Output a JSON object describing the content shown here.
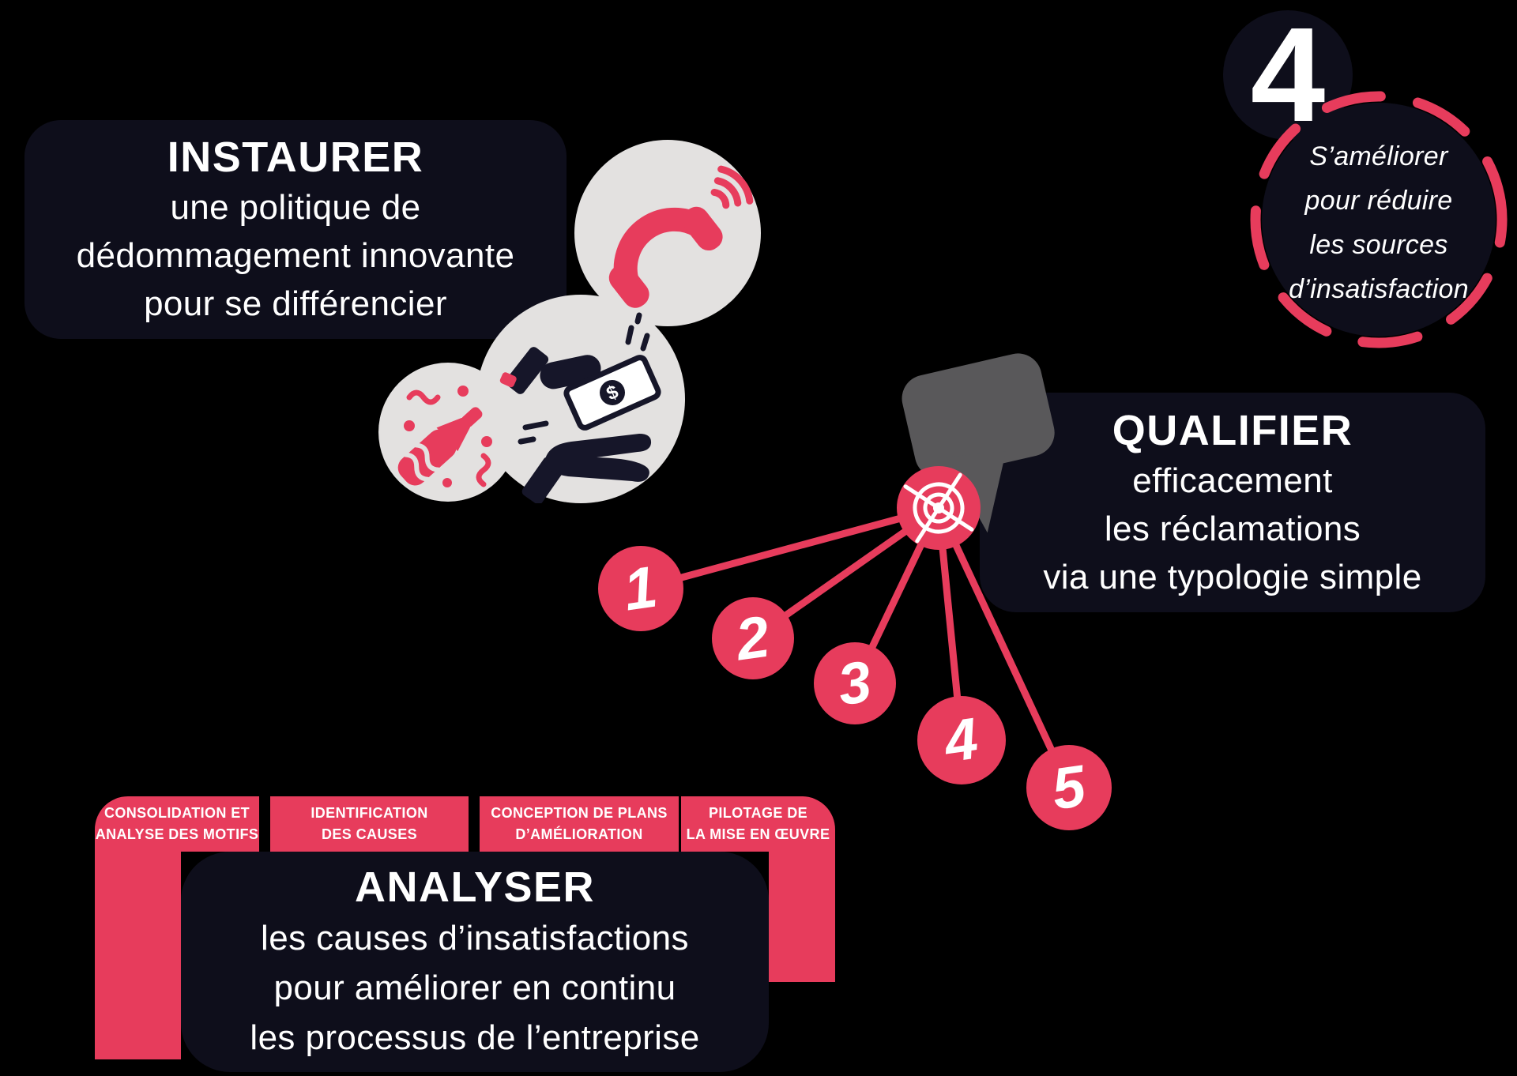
{
  "colors": {
    "background": "#000000",
    "accent_red": "#E73C5C",
    "panel_dark": "#0E0E1B",
    "icon_circle_gray": "#E3E1E0",
    "bubble_gray": "#59585A",
    "icon_ink_dark": "#161629",
    "text_white": "#FFFFFF"
  },
  "instaurer": {
    "title": "INSTAURER",
    "line1": "une politique de",
    "line2": "dédommagement innovante",
    "line3": "pour se différencier"
  },
  "badge": {
    "number": "4",
    "line1": "S’améliorer",
    "line2": "pour réduire",
    "line3": "les sources",
    "line4": "d’insatisfaction"
  },
  "qualifier": {
    "title": "QUALIFIER",
    "line1": "efficacement",
    "line2": "les réclamations",
    "line3": "via une typologie simple"
  },
  "steps": [
    "1",
    "2",
    "3",
    "4",
    "5"
  ],
  "tabs": [
    {
      "line1": "CONSOLIDATION ET",
      "line2": "ANALYSE DES MOTIFS"
    },
    {
      "line1": "IDENTIFICATION",
      "line2": "DES CAUSES"
    },
    {
      "line1": "CONCEPTION DE PLANS",
      "line2": "D’AMÉLIORATION"
    },
    {
      "line1": "PILOTAGE DE",
      "line2": "LA MISE EN ŒUVRE"
    }
  ],
  "analyser": {
    "title": "ANALYSER",
    "line1": "les causes d’insatisfactions",
    "line2": "pour améliorer en continu",
    "line3": "les processus de l’entreprise"
  },
  "icons": {
    "phone": "ringing-phone-icon",
    "money": "money-handover-icon",
    "champagne": "champagne-bottle-icon",
    "speech_bubble": "speech-bubble-icon",
    "target": "target-icon",
    "dashed_ring": "dashed-circle-icon",
    "dollar_sign": "$"
  }
}
